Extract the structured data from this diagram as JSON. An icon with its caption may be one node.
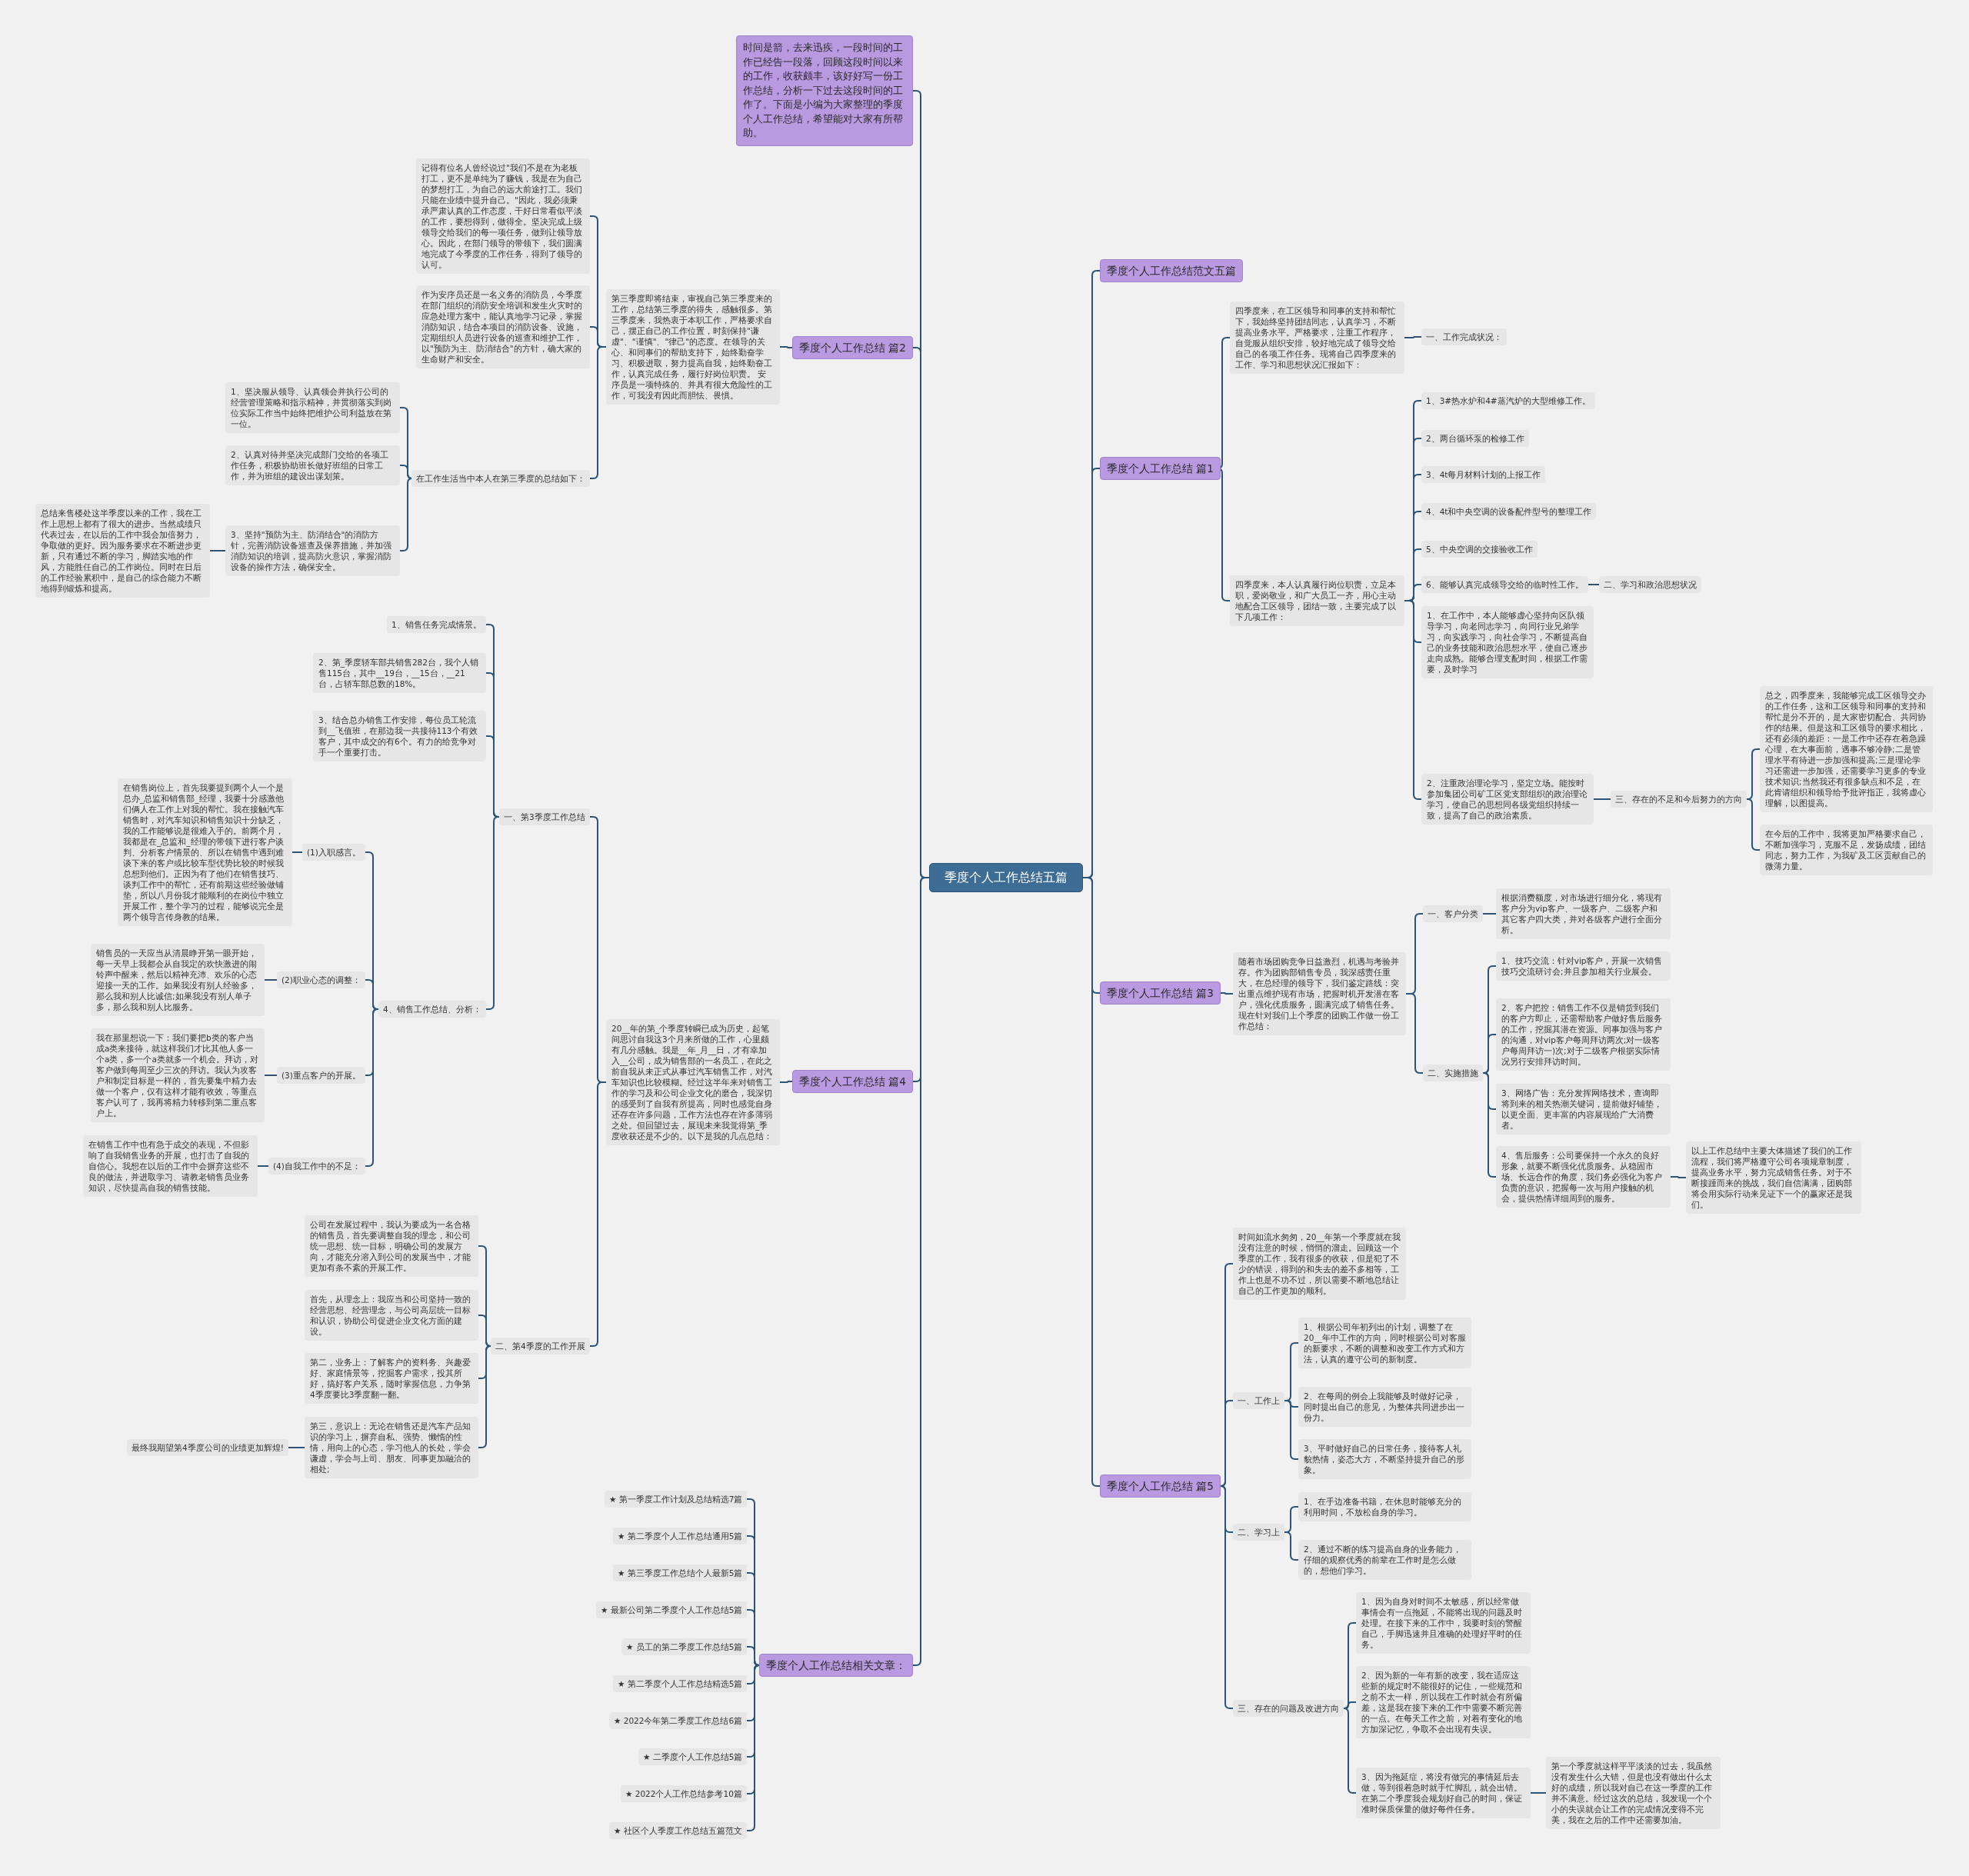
{
  "diagram": {
    "nodes": [
      {
        "text": [
          "季度个人工作总结五篇"
        ]
      },
      {
        "text": [
          "时间是箭，去来迅疾，一段时间的工作已经告一段落，回顾这段时间以来的工作，收获颇丰，该好好写一份工作总结，分析一下过去这段时间的工作了。下面是小编为大家整理的季度个人工作总结，希望能对大家有所帮助。"
        ]
      },
      {
        "text": [
          "季度个人工作总结 篇2"
        ]
      },
      {
        "text": [
          "第三季度即将结束，审视自己第三季度来的工作，总结第三季度的得失，感触很多。第三季度来，我热衷于本职工作，严格要求自己，摆正自己的工作位置，时刻保持\"谦虚\"、\"谨慎\"、\"律己\"的态度。在领导的关心、和同事们的帮助支持下，始终勤奋学习、积极进取，努力提高自我，始终勤奋工作，认真完成任务，履行好岗位职责。 安序员是一项特殊的、并具有很大危险性的工作，可我没有因此而胆怯、畏惧。"
        ]
      },
      {
        "text": [
          "记得有位名人曾经说过\"我们不是在为老板打工，更不是单纯为了赚钱，我是在为自己的梦想打工，为自己的远大前途打工。我们只能在业绩中提升自己。\"因此，我必须秉承严肃认真的工作态度，干好日常看似平淡的工作，要想得到，做得全。坚决完成上级领导交给我们的每一项任务，做到让领导放心。因此，在部门领导的带领下，我们圆满地完成了今季度的工作任务，得到了领导的认可。"
        ]
      },
      {
        "text": [
          "作为安序员还是一名义务的消防员，今季度在部门组织的消防安全培训和发生火灾时的应急处理方案中，能认真地学习记录，掌握消防知识，结合本项目的消防设备、设施，定期组织人员进行设备的巡查和维护工作，以\"预防为主、防消结合\"的方针，确大家的生命财产和安全。"
        ]
      },
      {
        "text": [
          "在工作生活当中本人在第三季度的总结如下："
        ]
      },
      {
        "text": [
          "1、坚决服从领导、认真领会并执行公司的经营管理策略和指示精神，并贯彻落实到岗位实际工作当中始终把维护公司利益放在第一位。"
        ]
      },
      {
        "text": [
          "2、认真对待并坚决完成部门交给的各项工作任务，积极协助班长做好班组的日常工作，并为班组的建设出谋划策。"
        ]
      },
      {
        "text": [
          "3、坚持\"预防为主、防消结合\"的消防方针，完善消防设备巡查及保养措施，并加强消防知识的培训，提高防火意识，掌握消防设备的操作方法，确保安全。"
        ]
      },
      {
        "text": [
          "总结来售楼处这半季度以来的工作，我在工作上思想上都有了很大的进步。当然成绩只代表过去，在以后的工作中我会加倍努力，争取做的更好。因为服务要求在不断进步更新，只有通过不断的学习，脚踏实地的作风，方能胜任自己的工作岗位。同时在日后的工作经验累积中，是自己的综合能力不断地得到锻炼和提高。"
        ]
      },
      {
        "text": [
          "季度个人工作总结 篇4"
        ]
      },
      {
        "text": [
          "20__年的第_个季度转瞬已成为历史，起笔间思讨自我这3个月来所做的工作，心里颇有几分感触。我是__年_月__日，才有幸加入__公司，成为销售部的一名员工，在此之前自我从未正式从事过汽车销售工作，对汽车知识也比较模糊。经过这半年来对销售工作的学习及和公司企业文化的磨合，我深切的感受到了自我有所提高，同时也感觉自身还存在许多问题，工作方法也存在许多薄弱之处。但回望过去，展现未来我觉得第_季度收获还是不少的。以下是我的几点总结："
        ]
      },
      {
        "text": [
          "一、第3季度工作总结"
        ]
      },
      {
        "text": [
          "1、销售任务完成情景。"
        ]
      },
      {
        "text": [
          "2、第_季度轿车部共销售282台，我个人销售115台，其中__19台，__15台，__21台，占轿车部总数的18%。"
        ]
      },
      {
        "text": [
          "3、结合总办销售工作安排，每位员工轮流到__飞值班，在那边我一共接待113个有效客户，其中成交的有6个。有力的给竞争对手一个重要打击。"
        ]
      },
      {
        "text": [
          "4、销售工作总结、分析："
        ]
      },
      {
        "text": [
          "(1)入职感言。"
        ]
      },
      {
        "text": [
          "在销售岗位上，首先我要提到两个人一个是总办_总监和销售部_经理，我要十分感激他们俩人在工作上对我的帮忙。我在接触汽车销售时，对汽车知识和销售知识十分缺乏，我的工作能够说是很难入手的。前两个月，我都是在_总监和_经理的带领下进行客户谈判、分析客户情景的、所以在销售中遇到难谈下来的客户或比较车型优势比较的时候我总想到他们。正因为有了他们在销售技巧、谈判工作中的帮忙，还有前期这些经验做铺垫，所以八月份我才能顺利的在岗位中独立开展工作，整个学习的过程，能够说完全是两个领导言传身教的结果。"
        ]
      },
      {
        "text": [
          "(2)职业心态的调整："
        ]
      },
      {
        "text": [
          "销售员的一天应当从清晨睁开第一眼开始，每一天早上我都会从自我定的欢快激进的闹铃声中醒来，然后以精神充沛、欢乐的心态迎接一天的工作。如果我没有别人经验多，那么我和别人比诚信;如果我没有别人单子多，那么我和别人比服务。"
        ]
      },
      {
        "text": [
          "(3)重点客户的开展。"
        ]
      },
      {
        "text": [
          "我在那里想说一下：我们要把b类的客户当成a类来接待，就这样我们才比其他人多一个a类，多一个a类就多一个机会。拜访，对客户做到每周至少三次的拜访。我认为攻客户和制定目标是一样的，首先要集中精力去做一个客户，仅有这样才能有收效，等重点客户认可了，我再将精力转移到第二重点客户上。"
        ]
      },
      {
        "text": [
          "(4)自我工作中的不足："
        ]
      },
      {
        "text": [
          "在销售工作中也有急于成交的表现，不但影响了自我销售业务的开展，也打击了自我的自信心。我想在以后的工作中会摒弃这些不良的做法，并进取学习、请教老销售员业务知识，尽快提高自我的销售技能。"
        ]
      },
      {
        "text": [
          "二、第4季度的工作开展"
        ]
      },
      {
        "text": [
          "公司在发展过程中，我认为要成为一名合格的销售员，首先要调整自我的理念，和公司统一思想、统一目标，明确公司的发展方向，才能充分溶入到公司的发展当中，才能更加有条不紊的开展工作。"
        ]
      },
      {
        "text": [
          "首先，从理念上：我应当和公司坚持一致的经营思想、经营理念，与公司高层统一目标和认识，协助公司促进企业文化方面的建设。"
        ]
      },
      {
        "text": [
          "第二，业务上：了解客户的资料务、兴趣爱好、家庭情景等，挖掘客户需求，投其所好，搞好客户关系，随时掌握信息，力争第4季度要比3季度翻一翻。"
        ]
      },
      {
        "text": [
          "第三，意识上：无论在销售还是汽车产品知识的学习上，摒弃自私、强势、懒惰的性情，用向上的心态，学习他人的长处，学会谦虚，学会与上司、朋友、同事更加融洽的相处;"
        ]
      },
      {
        "text": [
          "最终我期望第4季度公司的业绩更加辉煌!"
        ]
      },
      {
        "text": [
          "季度个人工作总结相关文章："
        ]
      },
      {
        "text": [
          "★ 第一季度工作计划及总结精选7篇"
        ]
      },
      {
        "text": [
          "★ 第二季度个人工作总结通用5篇"
        ]
      },
      {
        "text": [
          "★ 第三季度工作总结个人最新5篇"
        ]
      },
      {
        "text": [
          "★ 最新公司第二季度个人工作总结5篇"
        ]
      },
      {
        "text": [
          "★ 员工的第二季度工作总结5篇"
        ]
      },
      {
        "text": [
          "★ 第二季度个人工作总结精选5篇"
        ]
      },
      {
        "text": [
          "★ 2022今年第二季度工作总结6篇"
        ]
      },
      {
        "text": [
          "★ 二季度个人工作总结5篇"
        ]
      },
      {
        "text": [
          "★ 2022个人工作总结参考10篇"
        ]
      },
      {
        "text": [
          "★ 社区个人季度工作总结五篇范文"
        ]
      },
      {
        "text": [
          "季度个人工作总结范文五篇"
        ]
      },
      {
        "text": [
          "季度个人工作总结 篇1"
        ]
      },
      {
        "text": [
          "四季度来，在工区领导和同事的支持和帮忙下，我始终坚持团结同志，认真学习，不断提高业务水平。严格要求，注重工作程序，自觉服从组织安排，较好地完成了领导交给自己的各项工作任务。现将自己四季度来的工作、学习和思想状况汇报如下："
        ]
      },
      {
        "text": [
          "一、工作完成状况："
        ]
      },
      {
        "text": [
          "四季度来，本人认真履行岗位职责，立足本职，爱岗敬业，和广大员工一齐，用心主动地配合工区领导，团结一致，主要完成了以下几项工作："
        ]
      },
      {
        "text": [
          "1、3#热水炉和4#蒸汽炉的大型维修工作。"
        ]
      },
      {
        "text": [
          "2、两台循环泵的检修工作"
        ]
      },
      {
        "text": [
          "3、4t每月材料计划的上报工作"
        ]
      },
      {
        "text": [
          "4、4t和中央空调的设备配件型号的整理工作"
        ]
      },
      {
        "text": [
          "5、中央空调的交接验收工作"
        ]
      },
      {
        "text": [
          "6、能够认真完成领导交给的临时性工作。"
        ]
      },
      {
        "text": [
          "二、学习和政治思想状况"
        ]
      },
      {
        "text": [
          "1、在工作中，本人能够虚心坚持向区队领导学习，向老同志学习，向同行业兄弟学习，向实践学习，向社会学习，不断提高自己的业务技能和政治思想水平，使自己逐步走向成熟。能够合理支配时间，根据工作需要，及时学习"
        ]
      },
      {
        "text": [
          "2、注重政治理论学习，坚定立场。能按时参加集团公司矿工区党支部组织的政治理论学习，使自己的思想同各级党组织持续一致，提高了自己的政治素质。"
        ]
      },
      {
        "text": [
          "三、存在的不足和今后努力的方向"
        ]
      },
      {
        "text": [
          "总之，四季度来，我能够完成工区领导交办的工作任务，这和工区领导和同事的支持和帮忙是分不开的，是大家密切配合、共同协作的结果。但是这和工区领导的要求相比，还有必须的差距：一是工作中还存在着急躁心理，在大事面前，遇事不够冷静;二是管理水平有待进一步加强和提高;三是理论学习还需进一步加强，还需要学习更多的专业技术知识;当然我还有很多缺点和不足，在此肯请组织和领导给予批评指正，我将虚心理解，以图提高。"
        ]
      },
      {
        "text": [
          "在今后的工作中，我将更加严格要求自己，不断加强学习，克服不足，发扬成绩，团结同志，努力工作，为我矿及工区贡献自己的微薄力量。"
        ]
      },
      {
        "text": [
          "季度个人工作总结 篇3"
        ]
      },
      {
        "text": [
          "随着市场团购竞争日益激烈，机遇与考验并存。作为团购部销售专员，我深感责任重大，在总经理的领导下，我们鉴定路线：突出重点维护现有市场，把握时机开发潜在客户，强化优质服务，圆满完成了销售任务。现在针对我们上个季度的团购工作做一份工作总结："
        ]
      },
      {
        "text": [
          "一、客户分类"
        ]
      },
      {
        "text": [
          "根据消费额度，对市场进行细分化，将现有客户分为vip客户、一级客户、二级客户和其它客户四大类，并对各级客户进行全面分析。"
        ]
      },
      {
        "text": [
          "二、实施措施"
        ]
      },
      {
        "text": [
          "1、技巧交流：针对vip客户，开展一次销售技巧交流研讨会;并且参加相关行业展会。"
        ]
      },
      {
        "text": [
          "2、客户把控：销售工作不仅是销货到我们的客户方即止，还需帮助客户做好售后服务的工作，挖掘其潜在资源。同事加强与客户的沟通，对vip客户每周拜访两次;对一级客户每周拜访一)次;对于二级客户根据实际情况另行安排拜访时间。"
        ]
      },
      {
        "text": [
          "3、网络广告：充分发挥网络技术，查询即将到来的相关热潮关键词，提前做好铺垫，以更全面、更丰富的内容展现给广大消费者。"
        ]
      },
      {
        "text": [
          "4、售后服务：公司要保持一个永久的良好形象，就要不断强化优质服务。从稳固市场、长远合作的角度，我们务必强化为客户负责的意识，把握每一次与用户接触的机会，提供热情详细周到的服务。"
        ]
      },
      {
        "text": [
          "以上工作总结中主要大体描述了我们的工作流程，我们将严格遵守公司各项规章制度，提高业务水平，努力完成销售任务。对于不断接踵而来的挑战，我们自信满满，团购部将会用实际行动来见证下一个的赢家还是我们。"
        ]
      },
      {
        "text": [
          "季度个人工作总结 篇5"
        ]
      },
      {
        "text": [
          "时间如流水匆匆，20__年第一个季度就在我没有注意的时候，悄悄的溜走。回顾这一个季度的工作，我有很多的收获，但是犯了不少的错误，得到的和失去的差不多相等，工作上也是不功不过，所以需要不断地总结让自己的工作更加的顺利。"
        ]
      },
      {
        "text": [
          "一、工作上"
        ]
      },
      {
        "text": [
          "1、根据公司年初列出的计划，调整了在20__年中工作的方向，同时根据公司对客服的新要求，不断的调整和改变工作方式和方法，认真的遵守公司的新制度。"
        ]
      },
      {
        "text": [
          "2、在每周的例会上我能够及时做好记录，同时提出自己的意见，为整体共同进步出一份力。"
        ]
      },
      {
        "text": [
          "3、平时做好自己的日常任务，接待客人礼貌热情，姿态大方，不断坚持提升自己的形象。"
        ]
      },
      {
        "text": [
          "二、学习上"
        ]
      },
      {
        "text": [
          "1、在手边准备书籍，在休息时能够充分的利用时间，不放松自身的学习。"
        ]
      },
      {
        "text": [
          "2、通过不断的练习提高自身的业务能力，仔细的观察优秀的前辈在工作时是怎么做的，想他们学习。"
        ]
      },
      {
        "text": [
          "三、存在的问题及改进方向"
        ]
      },
      {
        "text": [
          "1、因为自身对时间不太敏感，所以经常做事情会有一点拖延，不能将出现的问题及时处理。在接下来的工作中，我要时刻的警醒自己，手脚迅速并且准确的处理好平时的任务。"
        ]
      },
      {
        "text": [
          "2、因为新的一年有新的改变，我在适应这些新的规定时不能很好的记住，一些规范和之前不太一样，所以我在工作时就会有所偏差，这是我在接下来的工作中需要不断完善的一点。在每天工作之前，对着有变化的地方加深记忆，争取不会出现有失误。"
        ]
      },
      {
        "text": [
          "3、因为拖延症，将没有做完的事情延后去做，等到很着急时就手忙脚乱，就会出错。在第二个季度我会规划好自己的时间，保证准时保质保量的做好每件任务。"
        ]
      },
      {
        "text": [
          "第一个季度就这样平平淡淡的过去，我虽然没有发生什么大错，但是也没有做出什么太好的成绩，所以我对自己在这一季度的工作并不满意。经过这次的总结，我发现一个个小的失误就会让工作的完成情况变得不完美，我在之后的工作中还需要加油。"
        ]
      }
    ],
    "edges": [
      {
        "from": 0,
        "to": 1,
        "arrow": "none"
      },
      {
        "from": 0,
        "to": 2,
        "arrow": "none"
      },
      {
        "from": 2,
        "to": 3,
        "arrow": "none"
      },
      {
        "from": 3,
        "to": 4,
        "arrow": "none"
      },
      {
        "from": 3,
        "to": 5,
        "arrow": "none"
      },
      {
        "from": 3,
        "to": 6,
        "arrow": "none"
      },
      {
        "from": 6,
        "to": 7,
        "arrow": "none"
      },
      {
        "from": 6,
        "to": 8,
        "arrow": "none"
      },
      {
        "from": 6,
        "to": 9,
        "arrow": "none"
      },
      {
        "from": 9,
        "to": 10,
        "arrow": "none"
      },
      {
        "from": 0,
        "to": 11,
        "arrow": "none"
      },
      {
        "from": 11,
        "to": 12,
        "arrow": "none"
      },
      {
        "from": 12,
        "to": 13,
        "arrow": "none"
      },
      {
        "from": 13,
        "to": 14,
        "arrow": "none"
      },
      {
        "from": 13,
        "to": 15,
        "arrow": "none"
      },
      {
        "from": 13,
        "to": 16,
        "arrow": "none"
      },
      {
        "from": 13,
        "to": 17,
        "arrow": "none"
      },
      {
        "from": 17,
        "to": 18,
        "arrow": "none"
      },
      {
        "from": 18,
        "to": 19,
        "arrow": "none"
      },
      {
        "from": 17,
        "to": 20,
        "arrow": "none"
      },
      {
        "from": 20,
        "to": 21,
        "arrow": "none"
      },
      {
        "from": 17,
        "to": 22,
        "arrow": "none"
      },
      {
        "from": 22,
        "to": 23,
        "arrow": "none"
      },
      {
        "from": 17,
        "to": 24,
        "arrow": "none"
      },
      {
        "from": 24,
        "to": 25,
        "arrow": "none"
      },
      {
        "from": 12,
        "to": 26,
        "arrow": "none"
      },
      {
        "from": 26,
        "to": 27,
        "arrow": "none"
      },
      {
        "from": 26,
        "to": 28,
        "arrow": "none"
      },
      {
        "from": 26,
        "to": 29,
        "arrow": "none"
      },
      {
        "from": 26,
        "to": 30,
        "arrow": "none"
      },
      {
        "from": 30,
        "to": 31,
        "arrow": "none"
      },
      {
        "from": 0,
        "to": 32,
        "arrow": "none"
      },
      {
        "from": 32,
        "to": 33,
        "arrow": "none"
      },
      {
        "from": 32,
        "to": 34,
        "arrow": "none"
      },
      {
        "from": 32,
        "to": 35,
        "arrow": "none"
      },
      {
        "from": 32,
        "to": 36,
        "arrow": "none"
      },
      {
        "from": 32,
        "to": 37,
        "arrow": "none"
      },
      {
        "from": 32,
        "to": 38,
        "arrow": "none"
      },
      {
        "from": 32,
        "to": 39,
        "arrow": "none"
      },
      {
        "from": 32,
        "to": 40,
        "arrow": "none"
      },
      {
        "from": 32,
        "to": 41,
        "arrow": "none"
      },
      {
        "from": 32,
        "to": 42,
        "arrow": "none"
      },
      {
        "from": 0,
        "to": 43,
        "arrow": "none"
      },
      {
        "from": 0,
        "to": 44,
        "arrow": "none"
      },
      {
        "from": 44,
        "to": 45,
        "arrow": "none"
      },
      {
        "from": 45,
        "to": 46,
        "arrow": "none"
      },
      {
        "from": 44,
        "to": 47,
        "arrow": "none"
      },
      {
        "from": 47,
        "to": 48,
        "arrow": "none"
      },
      {
        "from": 47,
        "to": 49,
        "arrow": "none"
      },
      {
        "from": 47,
        "to": 50,
        "arrow": "none"
      },
      {
        "from": 47,
        "to": 51,
        "arrow": "none"
      },
      {
        "from": 47,
        "to": 52,
        "arrow": "none"
      },
      {
        "from": 47,
        "to": 53,
        "arrow": "none"
      },
      {
        "from": 53,
        "to": 54,
        "arrow": "none"
      },
      {
        "from": 47,
        "to": 55,
        "arrow": "none"
      },
      {
        "from": 47,
        "to": 56,
        "arrow": "none"
      },
      {
        "from": 56,
        "to": 57,
        "arrow": "none"
      },
      {
        "from": 57,
        "to": 58,
        "arrow": "none"
      },
      {
        "from": 57,
        "to": 59,
        "arrow": "none"
      },
      {
        "from": 0,
        "to": 60,
        "arrow": "none"
      },
      {
        "from": 60,
        "to": 61,
        "arrow": "none"
      },
      {
        "from": 61,
        "to": 62,
        "arrow": "none"
      },
      {
        "from": 62,
        "to": 63,
        "arrow": "none"
      },
      {
        "from": 61,
        "to": 64,
        "arrow": "none"
      },
      {
        "from": 64,
        "to": 65,
        "arrow": "none"
      },
      {
        "from": 64,
        "to": 66,
        "arrow": "none"
      },
      {
        "from": 64,
        "to": 67,
        "arrow": "none"
      },
      {
        "from": 64,
        "to": 68,
        "arrow": "none"
      },
      {
        "from": 68,
        "to": 69,
        "arrow": "none"
      },
      {
        "from": 0,
        "to": 70,
        "arrow": "none"
      },
      {
        "from": 70,
        "to": 71,
        "arrow": "none"
      },
      {
        "from": 70,
        "to": 72,
        "arrow": "none"
      },
      {
        "from": 72,
        "to": 73,
        "arrow": "none"
      },
      {
        "from": 72,
        "to": 74,
        "arrow": "none"
      },
      {
        "from": 72,
        "to": 75,
        "arrow": "none"
      },
      {
        "from": 70,
        "to": 76,
        "arrow": "none"
      },
      {
        "from": 76,
        "to": 77,
        "arrow": "none"
      },
      {
        "from": 76,
        "to": 78,
        "arrow": "none"
      },
      {
        "from": 70,
        "to": 79,
        "arrow": "none"
      },
      {
        "from": 79,
        "to": 80,
        "arrow": "none"
      },
      {
        "from": 79,
        "to": 81,
        "arrow": "none"
      },
      {
        "from": 79,
        "to": 82,
        "arrow": "none"
      },
      {
        "from": 82,
        "to": 83,
        "arrow": "none"
      }
    ]
  }
}
